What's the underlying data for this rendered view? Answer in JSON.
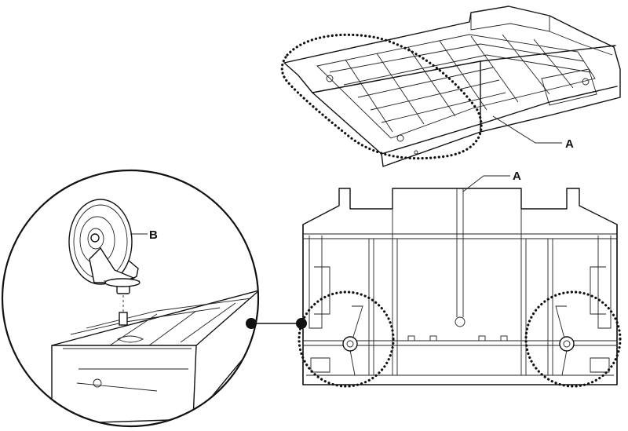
{
  "labels": {
    "base_top": "A",
    "base_bottom": "A",
    "caster": "B"
  }
}
